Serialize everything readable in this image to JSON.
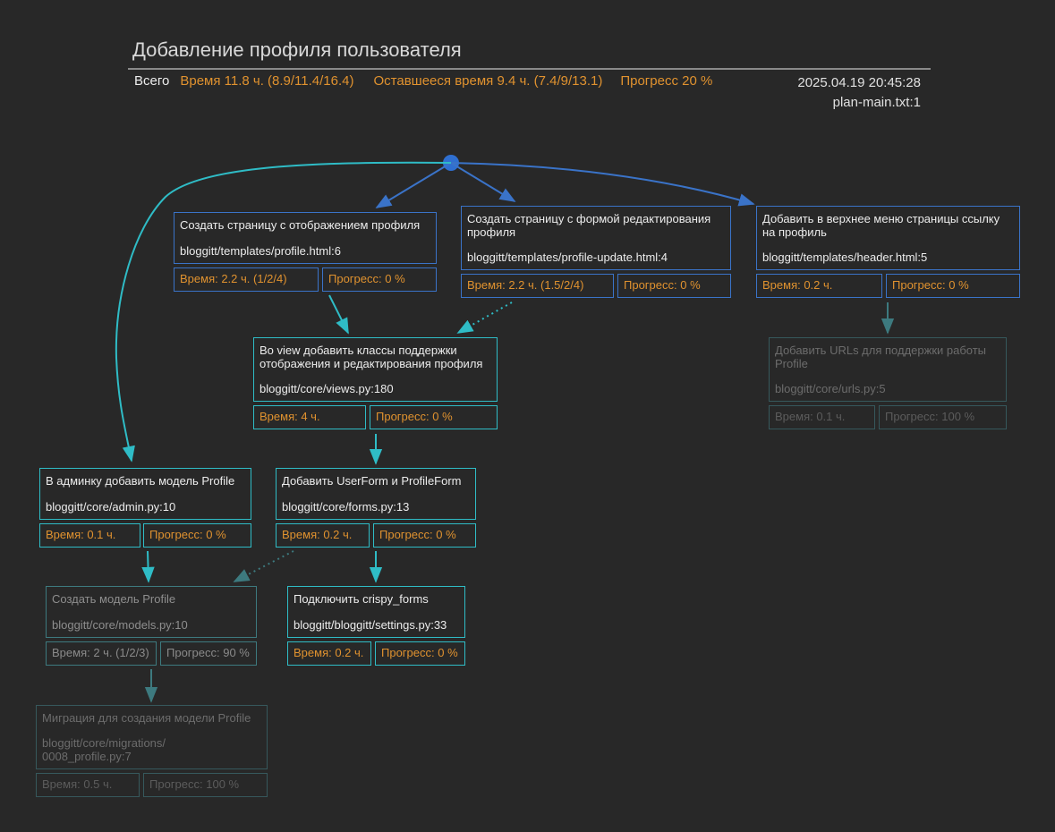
{
  "header": {
    "title": "Добавление профиля пользователя",
    "summary_label": "Всего",
    "time": "Время  11.8 ч. (8.9/11.4/16.4)",
    "remaining": "Оставшееся время  9.4 ч. (7.4/9/13.1)",
    "progress": "Прогресс  20 %",
    "timestamp": "2025.04.19 20:45:28",
    "plan_file": "plan-main.txt:1"
  },
  "colors": {
    "background": "#282828",
    "blue": "#3a73c8",
    "cyan": "#2fbcc6",
    "orange": "#e0922f",
    "dim": "#36585c"
  },
  "nodes": [
    {
      "id": "n1",
      "title": "Создать страницу с отображением профиля",
      "file": "bloggitt/templates/profile.html:6",
      "time": "Время: 2.2 ч. (1/2/4)",
      "progress": "Прогресс: 0 %"
    },
    {
      "id": "n2",
      "title": "Создать страницу с формой редактирования\nпрофиля",
      "file": "bloggitt/templates/profile-update.html:4",
      "time": "Время: 2.2 ч. (1.5/2/4)",
      "progress": "Прогресс: 0 %"
    },
    {
      "id": "n3",
      "title": "Добавить в верхнее меню страницы ссылку\nна профиль",
      "file": "bloggitt/templates/header.html:5",
      "time": "Время: 0.2 ч.",
      "progress": "Прогресс: 0 %"
    },
    {
      "id": "n4",
      "title": "Добавить URLs для поддержки работы\nProfile",
      "file": "bloggitt/core/urls.py:5",
      "time": "Время: 0.1 ч.",
      "progress": "Прогресс: 100 %"
    },
    {
      "id": "n5",
      "title": "Во view добавить классы поддержки\nотображения и редактирования профиля",
      "file": "bloggitt/core/views.py:180",
      "time": "Время: 4 ч.",
      "progress": "Прогресс: 0 %"
    },
    {
      "id": "n6",
      "title": "В админку добавить модель Profile",
      "file": "bloggitt/core/admin.py:10",
      "time": "Время: 0.1 ч.",
      "progress": "Прогресс: 0 %"
    },
    {
      "id": "n7",
      "title": "Добавить UserForm и ProfileForm",
      "file": "bloggitt/core/forms.py:13",
      "time": "Время: 0.2 ч.",
      "progress": "Прогресс: 0 %"
    },
    {
      "id": "n8",
      "title": "Создать модель Profile",
      "file": "bloggitt/core/models.py:10",
      "time": "Время: 2 ч. (1/2/3)",
      "progress": "Прогресс: 90 %"
    },
    {
      "id": "n9",
      "title": "Подключить crispy_forms",
      "file": "bloggitt/bloggitt/settings.py:33",
      "time": "Время: 0.2 ч.",
      "progress": "Прогресс: 0 %"
    },
    {
      "id": "n10",
      "title": "Миграция для создания модели Profile",
      "file": "bloggitt/core/migrations/\n0008_profile.py:7",
      "time": "Время: 0.5 ч.",
      "progress": "Прогресс: 100 %"
    }
  ]
}
